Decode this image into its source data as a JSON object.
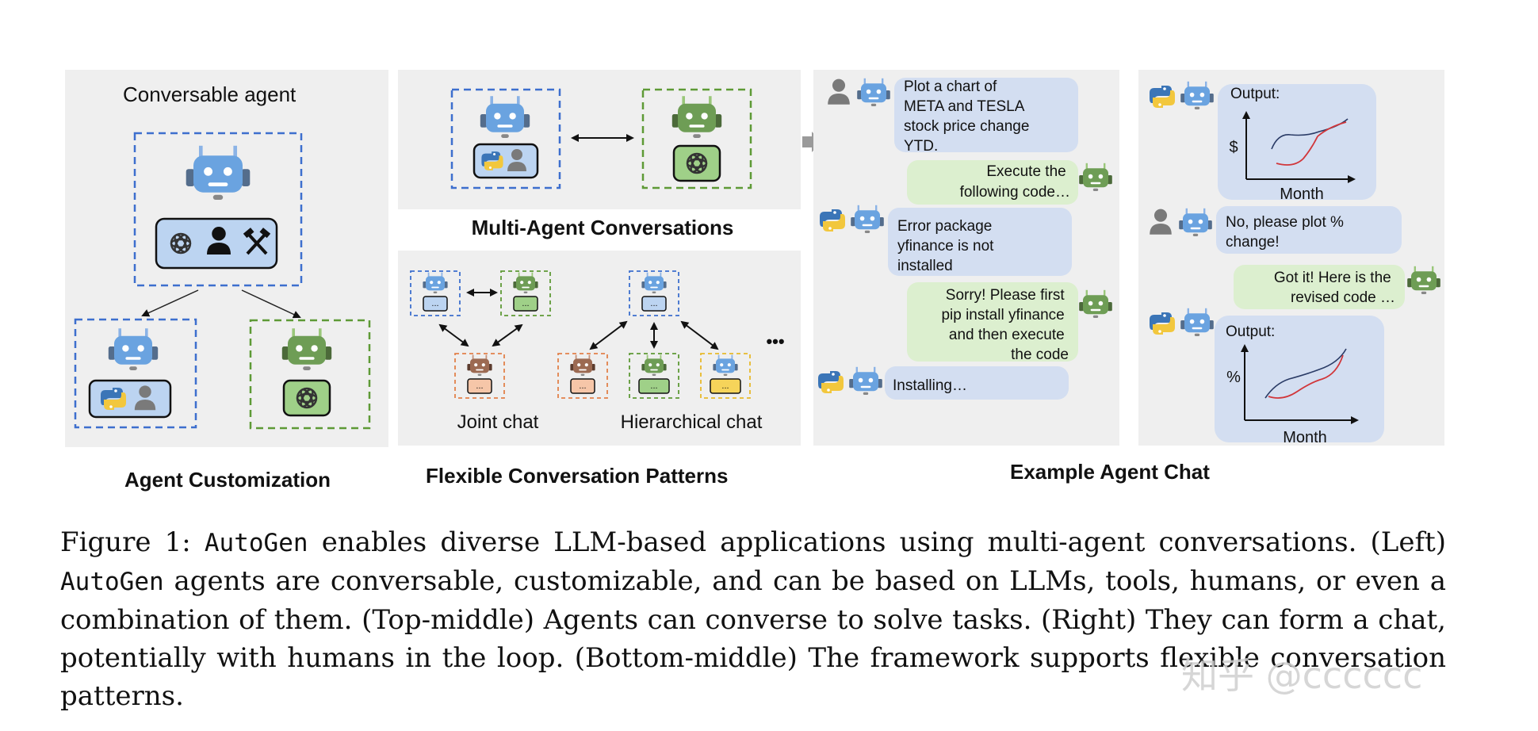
{
  "colors": {
    "panel_bg": "#efefef",
    "blue_agent": "#6aa3e0",
    "green_agent": "#6e9d55",
    "brown_agent": "#9c6a52",
    "blue_dash": "#3d6fce",
    "green_dash": "#5e9a36",
    "orange_dash": "#e2814a",
    "yellow_dash": "#e8b92b",
    "chat_blue": "#d3def1",
    "chat_green": "#dcefcf",
    "line_red": "#d1363a",
    "line_navy": "#2a3b66"
  },
  "icons": [
    "robot-icon",
    "openai-icon",
    "person-icon",
    "tools-icon",
    "python-icon",
    "double-arrow-icon",
    "ellipsis-icon"
  ],
  "agent_customization": {
    "heading": "Conversable agent",
    "label": "Agent Customization"
  },
  "multi_agent": {
    "label": "Multi-Agent Conversations"
  },
  "patterns": {
    "joint_label": "Joint chat",
    "hier_label": "Hierarchical chat",
    "box_text": "...",
    "ellipsis": "•••",
    "label": "Flexible Conversation Patterns"
  },
  "chat": {
    "label": "Example Agent Chat",
    "messages": [
      {
        "lines": [
          "Plot a chart of",
          "META and TESLA",
          "stock price change",
          "YTD."
        ]
      },
      {
        "lines": [
          "Execute the",
          "following code…"
        ]
      },
      {
        "lines": [
          "Error package",
          "yfinance is not",
          "installed"
        ]
      },
      {
        "lines": [
          "Sorry! Please first",
          "pip install yfinance",
          "and then execute",
          "the code"
        ]
      },
      {
        "lines": [
          "Installing…"
        ]
      },
      {
        "lines": [
          "Output:"
        ]
      },
      {
        "lines": [
          "No, please plot %",
          "change!"
        ]
      },
      {
        "lines": [
          "Got it! Here is the",
          "revised code …"
        ]
      },
      {
        "lines": [
          "Output:"
        ]
      }
    ],
    "chart1": {
      "ylabel": "$",
      "xlabel": "Month"
    },
    "chart2": {
      "ylabel": "%",
      "xlabel": "Month"
    }
  },
  "caption": {
    "figure_label": "Figure 1:",
    "autogen": "AutoGen",
    "part1": " enables diverse LLM-based applications using multi-agent conversations. (Left) ",
    "part2": " agents are conversable, customizable, and can be based on LLMs, tools, humans, or even a combination of them. (Top-middle) Agents can converse to solve tasks. (Right) They can form a chat, potentially with humans in the loop. (Bottom-middle) The framework supports flexible conversation patterns."
  },
  "watermark": "知乎 @cccccc"
}
